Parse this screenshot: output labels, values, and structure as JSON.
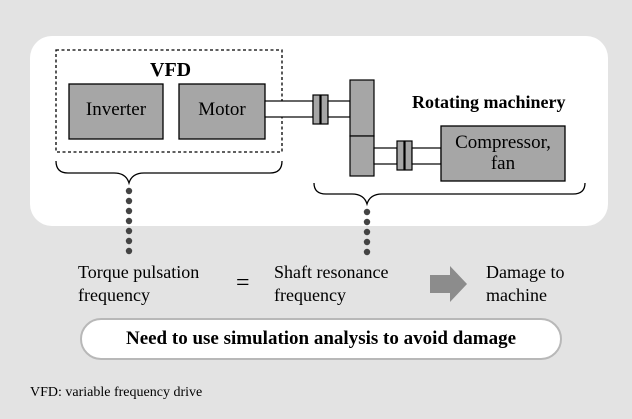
{
  "diagram": {
    "vfd_label": "VFD",
    "inverter_label": "Inverter",
    "motor_label": "Motor",
    "rotating_machinery_label": "Rotating machinery",
    "compressor_label_line1": "Compressor,",
    "compressor_label_line2": "fan",
    "torque_line1": "Torque pulsation",
    "torque_line2": "frequency",
    "equals_sign": "=",
    "shaft_line1": "Shaft resonance",
    "shaft_line2": "frequency",
    "damage_line1": "Damage to",
    "damage_line2": "machine",
    "callout_text": "Need to use simulation analysis to avoid damage",
    "footnote": "VFD: variable frequency drive"
  },
  "colors": {
    "background": "#e3e3e3",
    "panel": "#ffffff",
    "component_fill": "#a6a6a6",
    "arrow_fill": "#8c8c8c",
    "callout_border": "#b8b8b8"
  }
}
